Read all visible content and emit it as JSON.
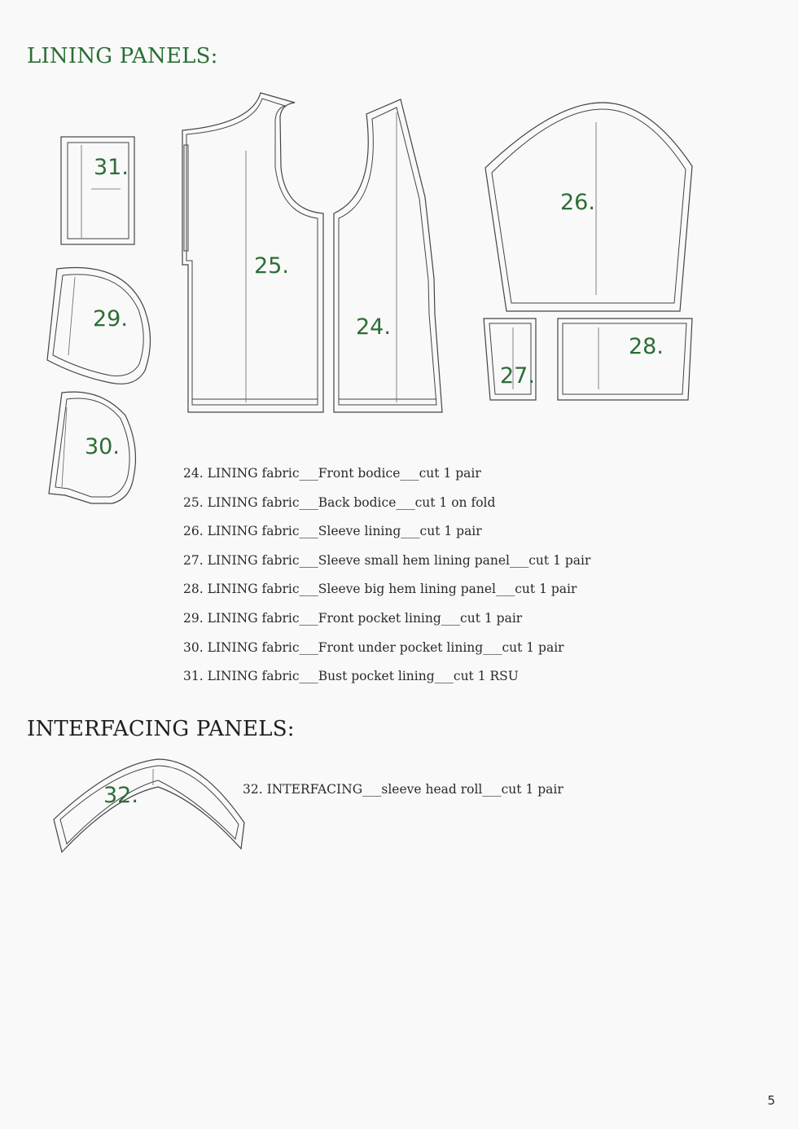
{
  "lining": {
    "title": "LINING PANELS:",
    "items": [
      "24. LINING fabric___Front bodice___cut 1 pair",
      "25. LINING fabric___Back bodice___cut 1 on fold",
      "26. LINING fabric___Sleeve lining___cut 1 pair",
      "27. LINING fabric___Sleeve small hem lining panel___cut 1 pair",
      "28. LINING fabric___Sleeve big hem lining panel___cut 1 pair",
      "29. LINING fabric___Front pocket lining___cut 1 pair",
      "30. LINING fabric___Front under pocket lining___cut 1 pair",
      "31. LINING fabric___Bust pocket lining___cut 1 RSU"
    ]
  },
  "interfacing": {
    "title": "INTERFACING PANELS:",
    "item": "32.  INTERFACING___sleeve head roll___cut 1 pair"
  },
  "piece_numbers": {
    "p24": "24.",
    "p25": "25.",
    "p26": "26.",
    "p27": "27.",
    "p28": "28.",
    "p29": "29.",
    "p30": "30.",
    "p31": "31.",
    "p32": "32."
  },
  "page_number": "5",
  "colors": {
    "accent": "#2b6e35",
    "line": "#444444",
    "background": "#f9f9f9"
  }
}
